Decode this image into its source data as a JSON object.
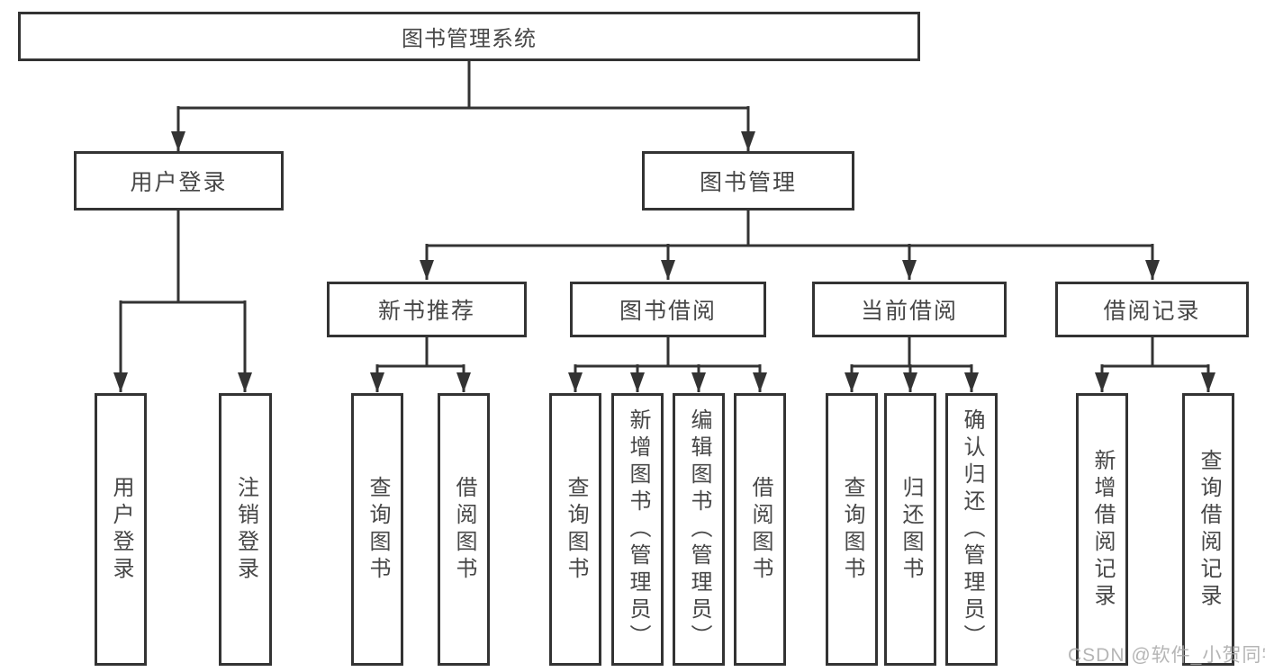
{
  "tree": {
    "root": {
      "label": "图书管理系统"
    },
    "branches": [
      {
        "label": "用户登录",
        "children": [
          {
            "label": "用户登录"
          },
          {
            "label": "注销登录"
          }
        ]
      },
      {
        "label": "图书管理",
        "children": [
          {
            "label": "新书推荐",
            "children": [
              {
                "label": "查询图书"
              },
              {
                "label": "借阅图书"
              }
            ]
          },
          {
            "label": "图书借阅",
            "children": [
              {
                "label": "查询图书"
              },
              {
                "label": "新增图书（管理员）"
              },
              {
                "label": "编辑图书（管理员）"
              },
              {
                "label": "借阅图书"
              }
            ]
          },
          {
            "label": "当前借阅",
            "children": [
              {
                "label": "查询图书"
              },
              {
                "label": "归还图书"
              },
              {
                "label": "确认归还（管理员）"
              }
            ]
          },
          {
            "label": "借阅记录",
            "children": [
              {
                "label": "新增借阅记录"
              },
              {
                "label": "查询借阅记录"
              }
            ]
          }
        ]
      }
    ]
  },
  "watermark": {
    "text": "CSDN @软件_小贺同学"
  },
  "colors": {
    "line": "#333333",
    "text": "#474747",
    "background": "#ffffff",
    "watermark": "#a9a9a9"
  }
}
